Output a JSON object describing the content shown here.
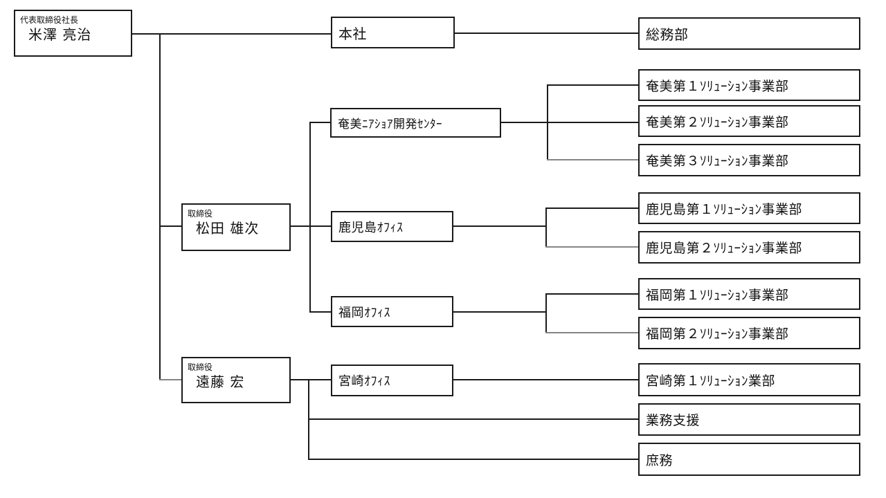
{
  "diagram": {
    "kind": "organization-chart",
    "background_color": "#ffffff",
    "box_border_color": "#1a1a1a",
    "line_color": "#1a1a1a",
    "secondary_line_color": "#848484",
    "nodes": [
      {
        "id": "president",
        "title_label": "代表取締役社長",
        "name": "米澤 亮治"
      },
      {
        "id": "head-office",
        "label": "本社"
      },
      {
        "id": "general-affairs",
        "label": "総務部"
      },
      {
        "id": "amami-nearshore-center",
        "label": "奄美ﾆｱｼｮｱ開発ｾﾝﾀｰ"
      },
      {
        "id": "amami-sol-1",
        "label": "奄美第１ｿﾘｭｰｼｮﾝ事業部"
      },
      {
        "id": "amami-sol-2",
        "label": "奄美第２ｿﾘｭｰｼｮﾝ事業部"
      },
      {
        "id": "amami-sol-3",
        "label": "奄美第３ｿﾘｭｰｼｮﾝ事業部"
      },
      {
        "id": "director-matsuda",
        "title_label": "取締役",
        "name": "松田 雄次"
      },
      {
        "id": "kagoshima-office",
        "label": "鹿児島ｵﾌｨｽ"
      },
      {
        "id": "kagoshima-sol-1",
        "label": "鹿児島第１ｿﾘｭｰｼｮﾝ事業部"
      },
      {
        "id": "kagoshima-sol-2",
        "label": "鹿児島第２ｿﾘｭｰｼｮﾝ事業部"
      },
      {
        "id": "fukuoka-office",
        "label": "福岡ｵﾌｨｽ"
      },
      {
        "id": "fukuoka-sol-1",
        "label": "福岡第１ｿﾘｭｰｼｮﾝ事業部"
      },
      {
        "id": "fukuoka-sol-2",
        "label": "福岡第２ｿﾘｭｰｼｮﾝ事業部"
      },
      {
        "id": "director-endo",
        "title_label": "取締役",
        "name": "遠藤 宏"
      },
      {
        "id": "miyazaki-office",
        "label": "宮崎ｵﾌｨｽ"
      },
      {
        "id": "miyazaki-sol-1",
        "label": "宮崎第１ｿﾘｭｰｼｮﾝ業部"
      },
      {
        "id": "business-support",
        "label": "業務支援"
      },
      {
        "id": "general-duties",
        "label": "庶務"
      }
    ],
    "edges": [
      {
        "from": "president",
        "to": "head-office"
      },
      {
        "from": "president",
        "to": "director-matsuda"
      },
      {
        "from": "president",
        "to": "director-endo"
      },
      {
        "from": "head-office",
        "to": "general-affairs"
      },
      {
        "from": "director-matsuda",
        "to": "amami-nearshore-center"
      },
      {
        "from": "director-matsuda",
        "to": "kagoshima-office"
      },
      {
        "from": "director-matsuda",
        "to": "fukuoka-office"
      },
      {
        "from": "amami-nearshore-center",
        "to": "amami-sol-1"
      },
      {
        "from": "amami-nearshore-center",
        "to": "amami-sol-2"
      },
      {
        "from": "amami-nearshore-center",
        "to": "amami-sol-3"
      },
      {
        "from": "kagoshima-office",
        "to": "kagoshima-sol-1"
      },
      {
        "from": "kagoshima-office",
        "to": "kagoshima-sol-2"
      },
      {
        "from": "fukuoka-office",
        "to": "fukuoka-sol-1"
      },
      {
        "from": "fukuoka-office",
        "to": "fukuoka-sol-2"
      },
      {
        "from": "director-endo",
        "to": "miyazaki-office"
      },
      {
        "from": "director-endo",
        "to": "business-support"
      },
      {
        "from": "director-endo",
        "to": "general-duties"
      },
      {
        "from": "miyazaki-office",
        "to": "miyazaki-sol-1"
      }
    ]
  }
}
